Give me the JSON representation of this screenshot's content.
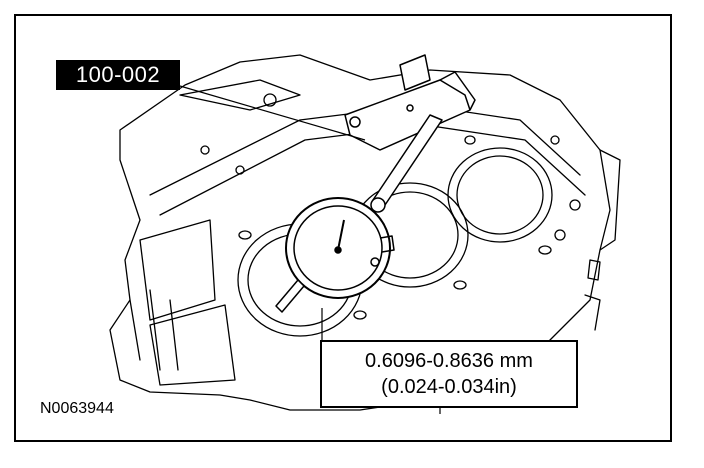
{
  "figure": {
    "tool_number": "100-002",
    "specification_metric": "0.6096-0.8636 mm",
    "specification_imperial": "(0.024-0.034in)",
    "figure_id": "N0063944"
  },
  "colors": {
    "line": "#000000",
    "background": "#ffffff"
  }
}
